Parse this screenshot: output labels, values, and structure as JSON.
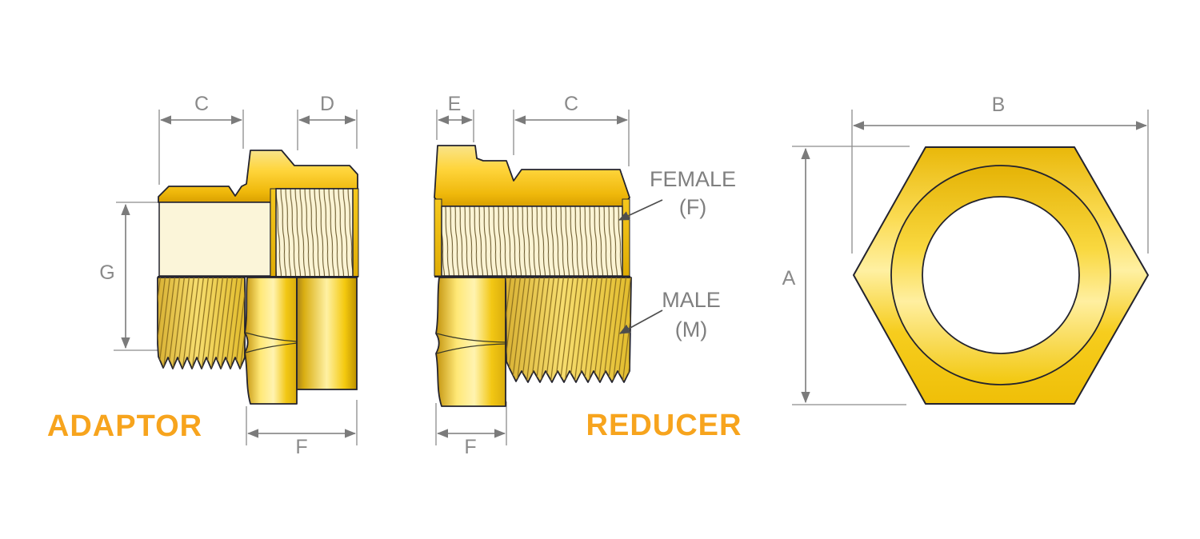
{
  "colors": {
    "accent_orange": "#F7A41D",
    "dimension_gray": "#7b7b7b",
    "label_gray": "#8a8a8a",
    "annotation_gray": "#7f7f7f",
    "gold": "#F3C512",
    "gold_dark": "#D8A400",
    "gold_light": "#FFEE9C",
    "cream": "#FBF4D4",
    "outline_dark": "#23232e"
  },
  "adaptor": {
    "title": "ADAPTOR",
    "dim_c": "C",
    "dim_d": "D",
    "dim_g": "G",
    "dim_f": "F"
  },
  "reducer": {
    "title": "REDUCER",
    "dim_e": "E",
    "dim_c": "C",
    "dim_f": "F",
    "female_label": "FEMALE",
    "female_symbol": "(F)",
    "male_label": "MALE",
    "male_symbol": "(M)"
  },
  "hex_nut": {
    "dim_a": "A",
    "dim_b": "B"
  }
}
